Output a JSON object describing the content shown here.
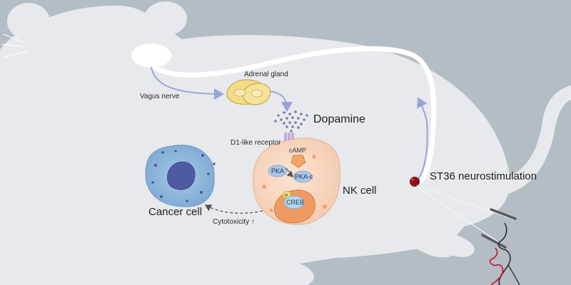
{
  "labels": {
    "vagus_nerve": "Vagus nerve",
    "adrenal_gland": "Adrenal gland",
    "dopamine": "Dopamine",
    "d1_receptor": "D1-like receptor",
    "camp": "cAMP",
    "pka": "PKA",
    "pka_c": "PKA-c",
    "p": "P",
    "creb": "CREB",
    "nk_cell": "NK cell",
    "cancer_cell": "Cancer cell",
    "cytotoxicity": "Cytotoxicity ↑",
    "st36": "ST36 neurostimulation"
  },
  "colors": {
    "background": "#b4bcc4",
    "mouse_body": "#e7e9ec",
    "nerve": "#ffffff",
    "arrow": "#9aa3d6",
    "adrenal": "#f2dc8a",
    "dopamine_dots": "#7a7ca8",
    "nk_cell": "#f6d6c0",
    "nk_nucleus": "#ed9a63",
    "cancer_cell": "#8db8dc",
    "cancer_nucleus": "#4f5aa0",
    "camp": "#f0a56a",
    "pka": "#a9c6e8",
    "stim_point": "#8b0f1a",
    "wire_red": "#c8102e"
  }
}
